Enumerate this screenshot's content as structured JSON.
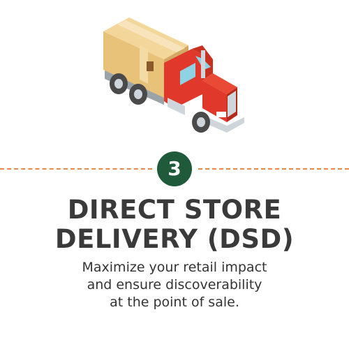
{
  "illustration": {
    "icon": "delivery-truck-with-box-icon",
    "colors": {
      "cab": "#e0392b",
      "box": "#e9c27a",
      "tape": "#f3dba8",
      "tires": "#4a4a4a",
      "chrome": "#cfd6db"
    }
  },
  "step": {
    "number": "3",
    "badge_color": "#1f5a3b",
    "divider_color": "#e68a4a"
  },
  "title": {
    "line1": "DIRECT STORE",
    "line2": "DELIVERY (DSD)"
  },
  "description": {
    "line1": "Maximize your retail impact",
    "line2": "and ensure discoverability",
    "line3": "at the point of sale."
  }
}
